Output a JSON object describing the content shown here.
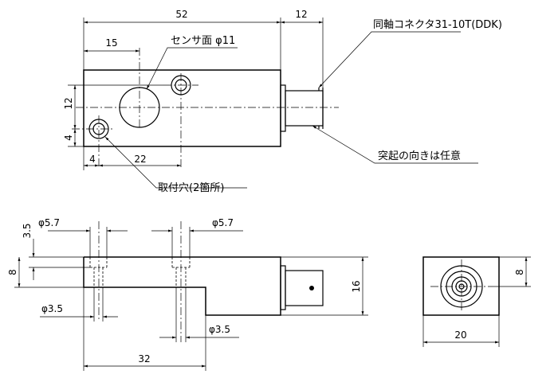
{
  "top_view": {
    "dims": {
      "overall_length": "52",
      "connector_length": "12",
      "sensor_offset": "15",
      "hole_pitch": "12",
      "hole_edge_v": "4",
      "hole_edge_h": "4",
      "hole_spacing": "22"
    }
  },
  "notes": {
    "connector": "同軸コネクタ31-10T(DDK)",
    "sensor_face": "センサ面 φ11",
    "protrusion": "突起の向きは任意",
    "mount_holes": "取付穴(2箇所)"
  },
  "front_view": {
    "dims": {
      "counterbore_left": "φ5.7",
      "counterbore_right": "φ5.7",
      "counterbore_depth": "3.5",
      "height_step": "8",
      "total_height": "16",
      "hole_left": "φ3.5",
      "hole_right": "φ3.5",
      "step_length": "32"
    }
  },
  "end_view": {
    "dims": {
      "width": "20",
      "center_height": "8"
    }
  }
}
